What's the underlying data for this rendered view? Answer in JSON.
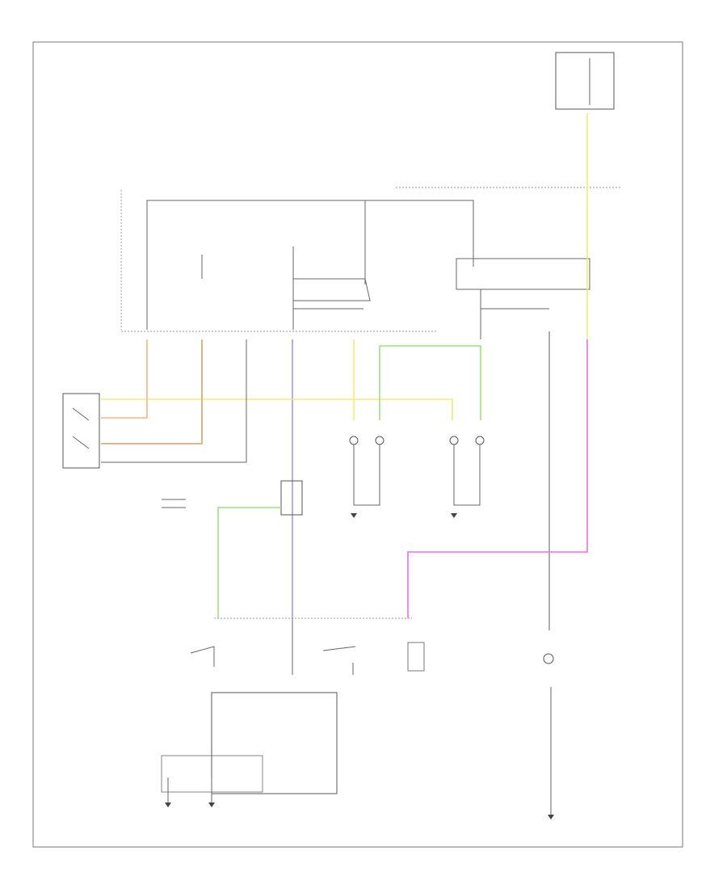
{
  "figure_code": "",
  "components": [
    {
      "id": "fuse-block",
      "label": "",
      "text": ""
    },
    {
      "id": "hazard-switch",
      "label": "",
      "text": ""
    },
    {
      "id": "turn-signal-switch",
      "label": "",
      "text": ""
    },
    {
      "id": "brake-switch",
      "label": "",
      "text": ""
    },
    {
      "id": "left-stop-lamp",
      "label": "",
      "text": ""
    },
    {
      "id": "right-stop-lamp",
      "label": "",
      "text": ""
    },
    {
      "id": "control-module",
      "label": "",
      "text": ""
    },
    {
      "id": "lamp-bulb",
      "label": "",
      "text": ""
    }
  ],
  "ground_labels": [
    {
      "id": "g1",
      "text": ""
    },
    {
      "id": "g2",
      "text": ""
    },
    {
      "id": "g3",
      "text": ""
    }
  ],
  "wire_colors": {
    "yellow": "#f2ee70",
    "orange": "#f6b67a",
    "green": "#9ee07a",
    "blue": "#9b9bf3",
    "magenta": "#f06af0",
    "gray": "#9a9a9a"
  }
}
